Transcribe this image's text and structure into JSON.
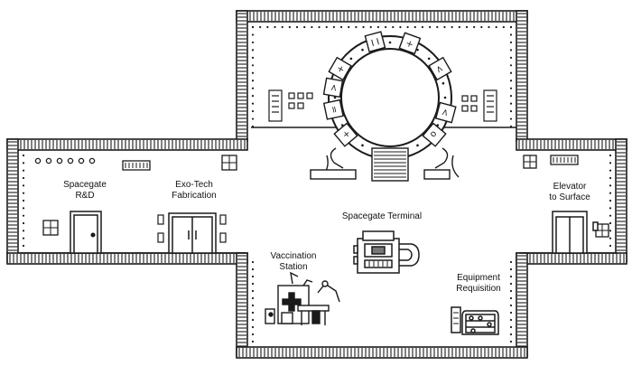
{
  "map": {
    "rooms": {
      "rnd": {
        "line1": "Spacegate",
        "line2": "R&D"
      },
      "fabrication": {
        "line1": "Exo-Tech",
        "line2": "Fabrication"
      },
      "terminal": {
        "line1": "Spacegate Terminal"
      },
      "vaccination": {
        "line1": "Vaccination",
        "line2": "Station"
      },
      "equipment": {
        "line1": "Equipment",
        "line2": "Requisition"
      },
      "elevator": {
        "line1": "Elevator",
        "line2": "to Surface"
      }
    },
    "gate_glyphs": [
      "+",
      "I I",
      "+",
      "<",
      ">",
      "<",
      "+",
      "=",
      "o"
    ],
    "colors": {
      "ink": "#1a1a1a",
      "floor": "#ffffff",
      "shade": "#9a9a9a"
    }
  }
}
